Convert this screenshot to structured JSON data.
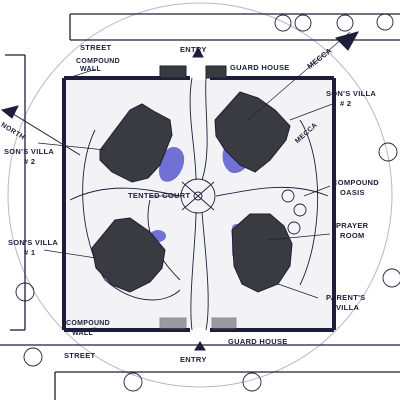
{
  "labels": {
    "street_top": "STREET",
    "entry_top": "ENTRY",
    "compound_wall_top_1": "COMPOUND",
    "compound_wall_top_2": "WALL",
    "guard_house_top": "GUARD HOUSE",
    "mecca_arrow": "MECCA",
    "north": "NORTH",
    "sons_villa_left_1": "SON'S VILLA",
    "sons_villa_left_2": "# 2",
    "sons_villa_right_1": "SON'S VILLA",
    "sons_villa_right_2": "# 2",
    "mecca_diag": "MECCA",
    "tented_court": "TENTED COURT",
    "compound_oasis_1": "COMPOUND",
    "compound_oasis_2": "OASIS",
    "prayer_room_1": "PRAYER",
    "prayer_room_2": "ROOM",
    "sons_villa_1_1": "SON'S VILLA",
    "sons_villa_1_2": "# 1",
    "parents_villa_1": "PARENT'S",
    "parents_villa_2": "VILLA",
    "compound_wall_bot_1": "COMPOUND",
    "compound_wall_bot_2": "WALL",
    "guard_house_bot": "GUARD HOUSE",
    "street_bot": "STREET",
    "entry_bot": "ENTRY"
  },
  "colors": {
    "ink": "#1d1f3a",
    "building_fill": "#3a3b40",
    "water_blue": "#5a5ad0",
    "ground": "#e9e9ee"
  }
}
